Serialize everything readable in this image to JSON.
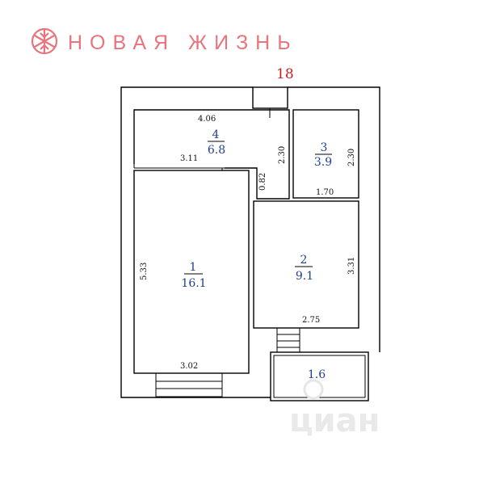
{
  "brand": {
    "name": "НОВАЯ ЖИЗНЬ",
    "logo_icon": "snowflake-ornament-icon",
    "color": "#e8757d"
  },
  "plan": {
    "apartment_number": "18",
    "rooms": [
      {
        "id": "room-1",
        "number": "1",
        "area": "16.1"
      },
      {
        "id": "room-2",
        "number": "2",
        "area": "9.1"
      },
      {
        "id": "room-3",
        "number": "3",
        "area": "3.9"
      },
      {
        "id": "room-4",
        "number": "4",
        "area": "6.8"
      }
    ],
    "balcony_area": "1.6",
    "dimensions": {
      "room4_width": "4.06",
      "room4_height": "2.30",
      "room3_height": "2.30",
      "room3_width": "1.70",
      "room1_top_width": "3.11",
      "room1_height": "5.33",
      "room1_bottom_width": "3.02",
      "room2_height": "3.31",
      "room2_width": "2.75",
      "corridor_gap": "0.82"
    },
    "label_color": "#1f3f8f",
    "apartment_color": "#c41e1e"
  },
  "watermark": {
    "text": "циан",
    "icon": "cian-logo-icon"
  }
}
